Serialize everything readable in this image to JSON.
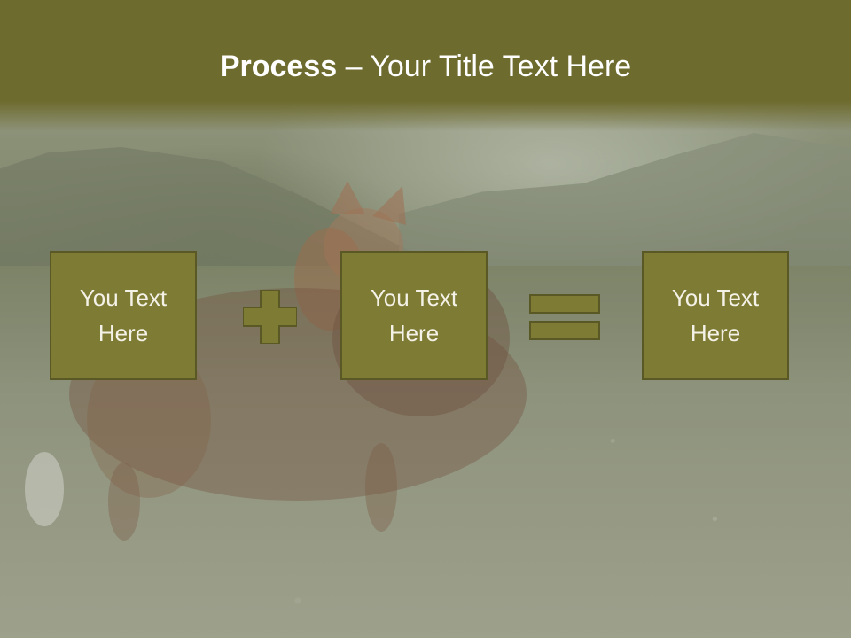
{
  "slide": {
    "title_bold": "Process",
    "title_rest": " – Your Title Text Here",
    "boxes": [
      {
        "line1": "You Text",
        "line2": "Here"
      },
      {
        "line1": "You Text",
        "line2": "Here"
      },
      {
        "line1": "You Text",
        "line2": "Here"
      }
    ],
    "operators": [
      "plus-icon",
      "equals-icon"
    ],
    "colors": {
      "title_bar": "#6e6b2f",
      "box_fill": "#7e7b35",
      "box_border": "#5a5824",
      "text": "#ffffff"
    }
  }
}
